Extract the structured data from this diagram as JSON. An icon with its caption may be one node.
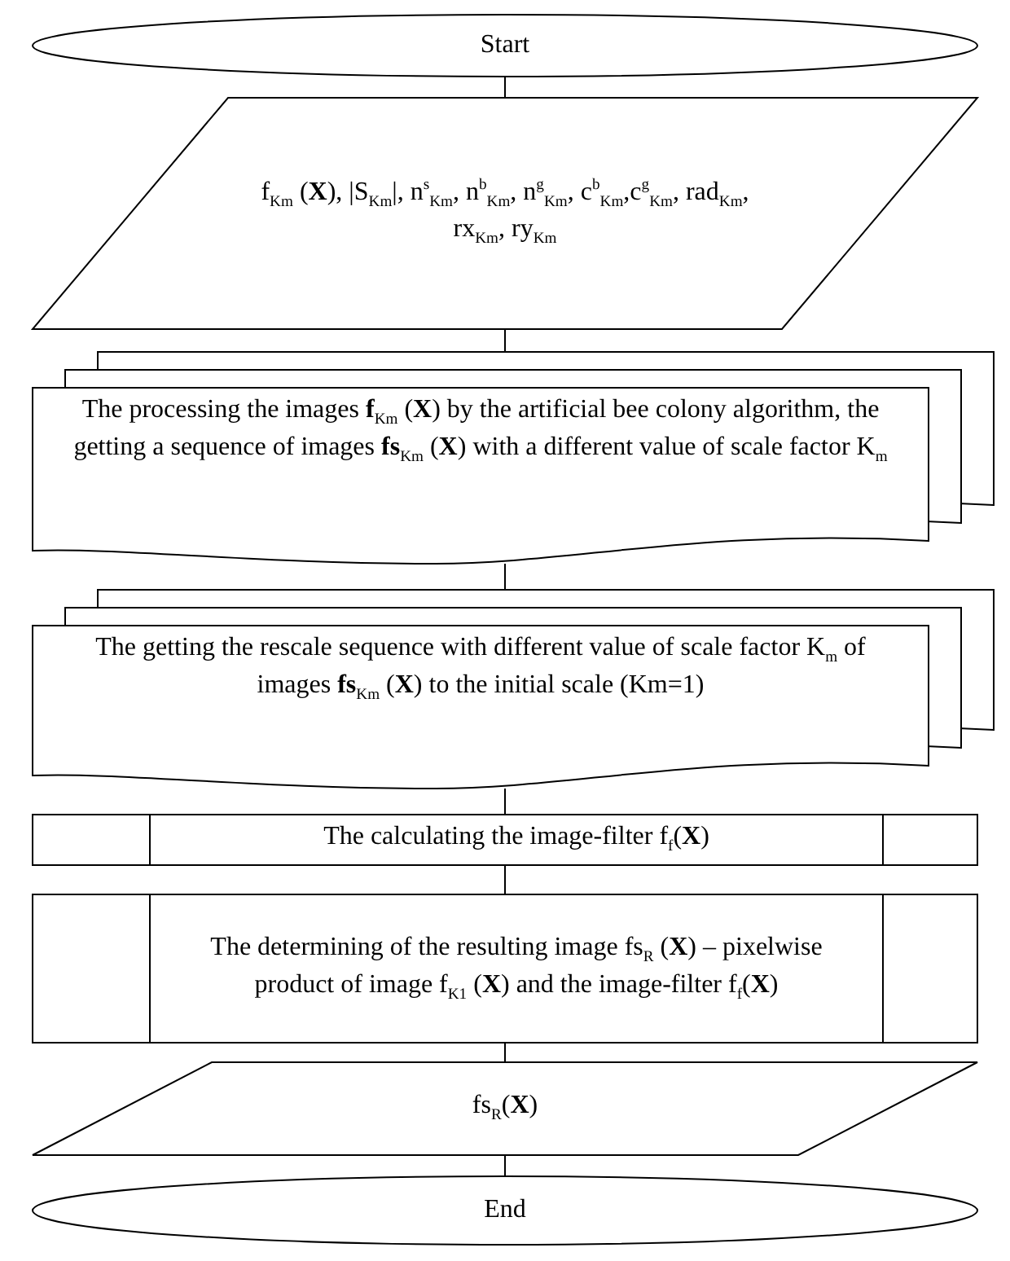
{
  "diagram": {
    "nodes": [
      {
        "text": [
          "Start"
        ]
      },
      {
        "text": [
          "f$_{Km}$ (**X**), |S$_{Km}$|, n$^{s}$$_{Km}$, n$^{b}$$_{Km}$, n$^{g}$$_{Km}$, c$^{b}$$_{Km}$,c$^{g}$$_{Km}$, rad$_{Km}$, rx$_{Km}$, ry$_{Km}$"
        ]
      },
      {
        "text": [
          "The processing the images **f**$_{Km}$ (**X**) by the artificial bee colony algorithm, the getting a sequence of images **fs**$_{Km}$ (**X**) with a different value of scale factor K$_{m}$"
        ]
      },
      {
        "text": [
          "The getting the rescale sequence with different value of scale factor K$_{m}$ of images **fs**$_{Km}$ (**X**) to the initial scale (Km=1)"
        ]
      },
      {
        "text": [
          "The calculating the image-filter f$_{f}$(**X**)"
        ]
      },
      {
        "text": [
          "The determining of the resulting image fs$_{R}$ (**X**) – pixelwise product of image f$_{K1}$ (**X**) and the image-filter f$_{f}$(**X**)"
        ]
      },
      {
        "text": [
          "fs$_{R}$(**X**)"
        ]
      },
      {
        "text": [
          "End"
        ]
      }
    ],
    "edges": [
      {
        "from": 0,
        "to": 1,
        "arrow": "none"
      },
      {
        "from": 1,
        "to": 2,
        "arrow": "none"
      },
      {
        "from": 2,
        "to": 3,
        "arrow": "none"
      },
      {
        "from": 3,
        "to": 4,
        "arrow": "none"
      },
      {
        "from": 4,
        "to": 5,
        "arrow": "none"
      },
      {
        "from": 5,
        "to": 6,
        "arrow": "none"
      },
      {
        "from": 6,
        "to": 7,
        "arrow": "none"
      }
    ]
  }
}
